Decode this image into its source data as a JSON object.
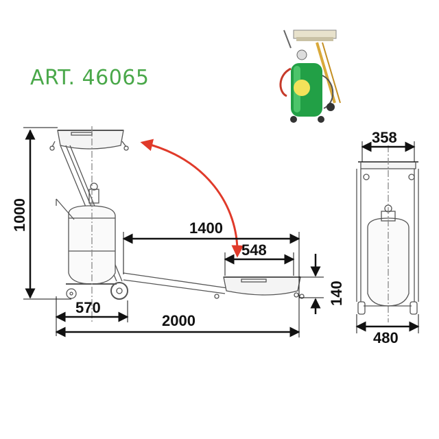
{
  "article": {
    "title": "ART. 46065",
    "color": "#4aa84a"
  },
  "colors": {
    "line": "#111111",
    "arrow": "#e03a2a",
    "tank_green": "#22a046",
    "frame_gold": "#d9a93a"
  },
  "dimensions": {
    "height_total": "1000",
    "length_total": "2000",
    "base_depth": "570",
    "reach": "1400",
    "tray_width_low": "548",
    "tray_height_low": "140",
    "front_top_width": "358",
    "front_base_width": "480"
  }
}
